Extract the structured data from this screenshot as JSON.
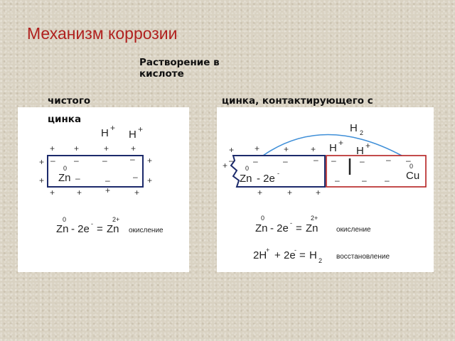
{
  "title": "Механизм коррозии",
  "subtitle": "Растворение в кислоте",
  "left": {
    "caption_line1": "чистого",
    "caption_line2": "цинка",
    "ion_h": "H",
    "plus": "+",
    "minus": "–",
    "metal": "Zn",
    "charge_zero": "0",
    "charge_2plus": "2+",
    "eq_zn": "Zn",
    "eq_minus_2e": "- 2e",
    "eq_e_minus": "-",
    "eq_equals": "=",
    "eq_zn2": "Zn",
    "eq_word": "окисление"
  },
  "right": {
    "caption": "цинка, контактирующего с",
    "h2": "H",
    "h2_sub": "2",
    "ion_h": "H",
    "plus": "+",
    "minus": "–",
    "metal_zn": "Zn",
    "metal_zn_charge": "0",
    "metal_2e": "- 2e",
    "metal_cu": "Cu",
    "metal_cu_charge": "0",
    "eq1_zn": "Zn",
    "eq1_minus_2e": "- 2e",
    "eq1_equals": "=",
    "eq1_zn2": "Zn",
    "eq1_word": "окисление",
    "eq2_2h": "2H",
    "eq2_plus": "+",
    "eq2_2e": "2e",
    "eq2_equals": "=",
    "eq2_h": "H",
    "eq2_sub": "2",
    "eq2_word": "восстановление",
    "charge_zero": "0",
    "charge_2plus": "2+",
    "e_minus": "-"
  },
  "colors": {
    "title": "#b0201e",
    "zn_box": "#1c2a6b",
    "cu_box": "#b41f1f",
    "arc": "#3f8fd8"
  }
}
